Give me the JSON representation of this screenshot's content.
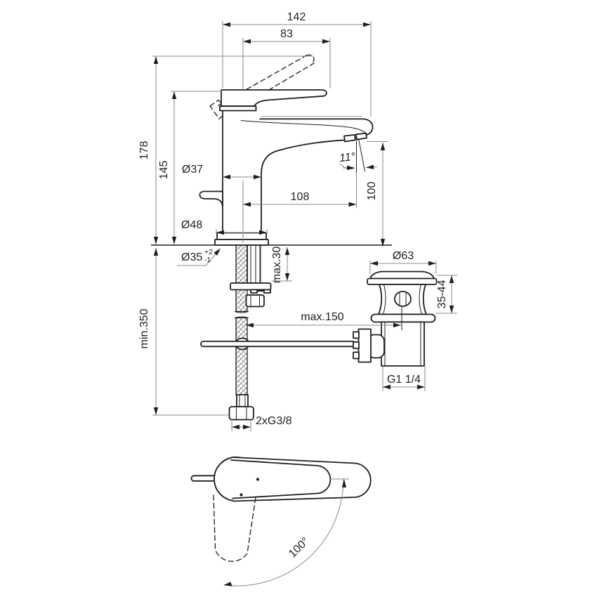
{
  "drawing": {
    "type": "technical-dimension-drawing",
    "subject": "single-lever basin mixer tap with pop-up waste, side view and top view"
  },
  "colors": {
    "background": "#ffffff",
    "object_line": "#1f1f1f",
    "dimension_line": "#8a8a8a",
    "text": "#1f1f1f"
  },
  "labels": {
    "total_projection": "142",
    "handle_projection": "83",
    "total_height": "178",
    "height_under_handle": "145",
    "body_diameter": "Ø37",
    "base_diameter": "Ø48",
    "spout_reach": "108",
    "outlet_height": "100",
    "outlet_angle": "11°",
    "hole_diameter": "Ø35",
    "hole_tolerance_plus": "+2",
    "hole_tolerance_minus": "-1",
    "max_deck_thickness": "max.30",
    "min_hose_length": "min.350",
    "max_rod_reach": "max.150",
    "waste_flange_diameter": "Ø63",
    "waste_height_range": "35-44",
    "waste_thread": "G1 1/4",
    "supply_connection": "2xG3/8",
    "handle_swivel_angle": "100°"
  }
}
